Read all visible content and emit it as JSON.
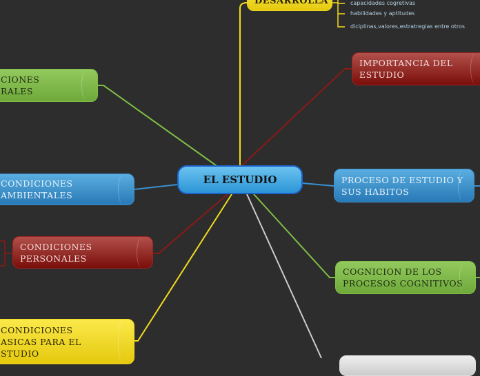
{
  "center": {
    "label": "EL ESTUDIO"
  },
  "nodes": {
    "desarrolla": {
      "label": "DESARROLLA",
      "color": "#f5dc1e",
      "items": [
        "capacidades cogretivas",
        "habilidades y aptitudes",
        "diciplinas,valores,estratregias entre otros"
      ]
    },
    "importancia": {
      "lines": [
        "IMPORTANCIA DEL",
        "ESTUDIO"
      ],
      "color": "#8b1a16"
    },
    "generales": {
      "lines": [
        "CIONES",
        "RALES"
      ],
      "color": "#7fbf45"
    },
    "ambientales": {
      "lines": [
        "CONDICIONES",
        "AMBIENTALES"
      ],
      "color": "#3a90cf"
    },
    "personales": {
      "lines": [
        "CONDICIONES",
        "PERSONALES"
      ],
      "color": "#8b1a16"
    },
    "basicas": {
      "lines": [
        "CONDICIONES",
        "ASICAS PARA EL",
        "STUDIO"
      ],
      "color": "#f5dc1e"
    },
    "proceso": {
      "lines": [
        "PROCESO DE ESTUDIO Y",
        "SUS HABITOS"
      ],
      "color": "#3a90cf"
    },
    "cognicion": {
      "lines": [
        "COGNICION DE LOS",
        "PROCESOS COGNITIVOS"
      ],
      "color": "#7fbf45"
    }
  }
}
